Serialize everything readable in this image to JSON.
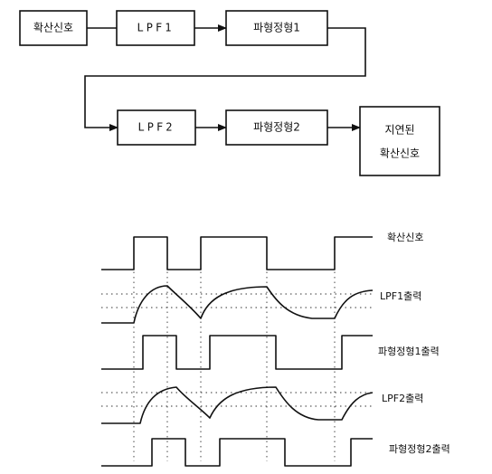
{
  "block_diagram": {
    "blocks": [
      {
        "id": "input",
        "label": "확산신호"
      },
      {
        "id": "lpf1",
        "label": "LPF1"
      },
      {
        "id": "shaper1",
        "label": "파형정형1"
      },
      {
        "id": "lpf2",
        "label": "LPF2"
      },
      {
        "id": "shaper2",
        "label": "파형정형2"
      },
      {
        "id": "output",
        "label_line1": "지연된",
        "label_line2": "확산신호"
      }
    ]
  },
  "waveforms": {
    "labels": {
      "spread": "확산신호",
      "lpf1": "LPF1출력",
      "shaper1": "파형정형1출력",
      "lpf2": "LPF2출력",
      "shaper2": "파형정형2출력"
    }
  }
}
